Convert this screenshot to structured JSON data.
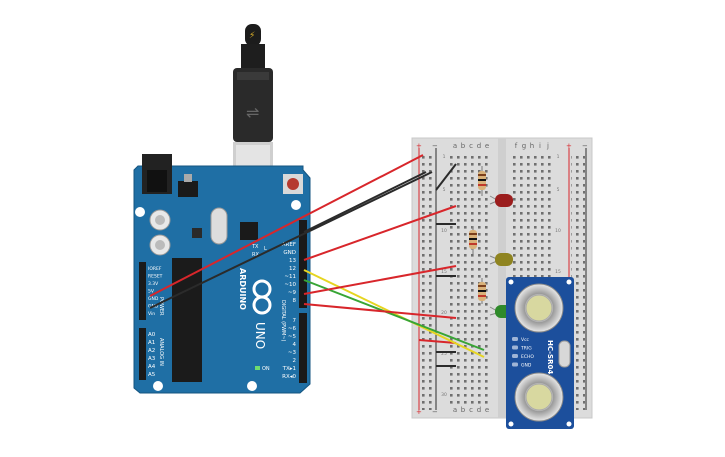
{
  "arduino": {
    "logo_text": "ARDUINO",
    "model": "UNO",
    "on_label": "ON",
    "tx_label": "TX",
    "rx_label": "RX",
    "l_label": "L",
    "digital_label": "DIGITAL (PWM~)",
    "power_label": "POWER",
    "analog_label": "ANALOG IN",
    "power_pins": [
      "IOREF",
      "RESET",
      "3.3V",
      "5V",
      "GND",
      "GND",
      "Vin"
    ],
    "analog_pins": [
      "A0",
      "A1",
      "A2",
      "A3",
      "A4",
      "A5"
    ],
    "digital_pins_top": [
      "AREF",
      "GND",
      "13",
      "12",
      "~11",
      "~10",
      "~9",
      "8"
    ],
    "digital_pins_bottom": [
      "7",
      "~6",
      "~5",
      "4",
      "~3",
      "2",
      "TX▸1",
      "RX◂0"
    ]
  },
  "breadboard": {
    "columns_left": [
      "a",
      "b",
      "c",
      "d",
      "e"
    ],
    "columns_right": [
      "f",
      "g",
      "h",
      "i",
      "j"
    ],
    "row_numbers": [
      "1",
      "5",
      "10",
      "15",
      "20",
      "25",
      "30"
    ]
  },
  "sensor": {
    "name": "HC-SR04",
    "pins": [
      "Vcc",
      "TRIG",
      "ECHO",
      "GND"
    ]
  },
  "colors": {
    "board_blue": "#1f6fa5",
    "wire_red": "#d8262b",
    "wire_black": "#2b2b2b",
    "wire_yellow": "#e6d521",
    "wire_green": "#38a535",
    "led_red": "#9b1d1d",
    "led_yellow": "#8f8420",
    "led_green": "#2f8a2a",
    "sensor_blue": "#1c4f9c"
  }
}
